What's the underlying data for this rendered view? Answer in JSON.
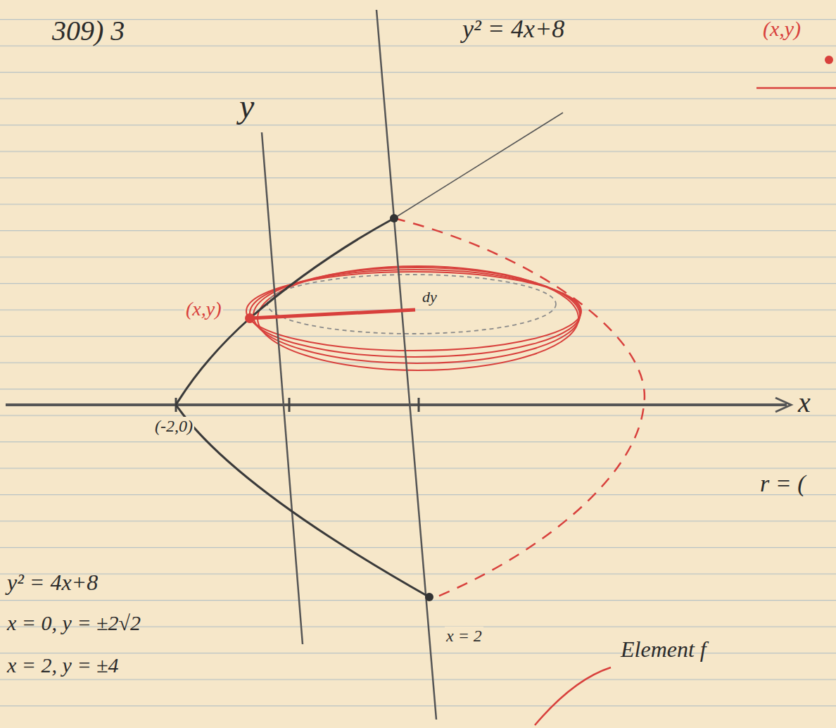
{
  "diagram": {
    "labels": [
      "309) 3",
      "y",
      "y² = 4x+8",
      "(x,y)",
      "dy",
      "(-2,0)",
      "x",
      "(x,y)",
      "y² = 4x+8",
      "x = 0, y = ±2√2",
      "x = 2, y = ±4",
      "x = 2",
      "r = (",
      "Element f"
    ]
  }
}
